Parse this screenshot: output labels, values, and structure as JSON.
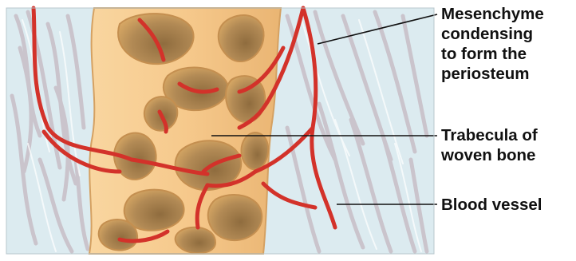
{
  "labels": {
    "mesenchyme": "Mesenchyme\ncondensing\nto form the\nperiosteum",
    "trabecula": "Trabecula of\nwoven bone",
    "blood_vessel": "Blood vessel"
  },
  "colors": {
    "mesenchyme_background": "#d9e9ef",
    "fiber": "#c7bfc7",
    "bone": "#f6c98c",
    "bone_shadow": "#d5a162",
    "cavity": "#a9834e",
    "vessel": "#d3322a",
    "leader_line": "#111111"
  }
}
